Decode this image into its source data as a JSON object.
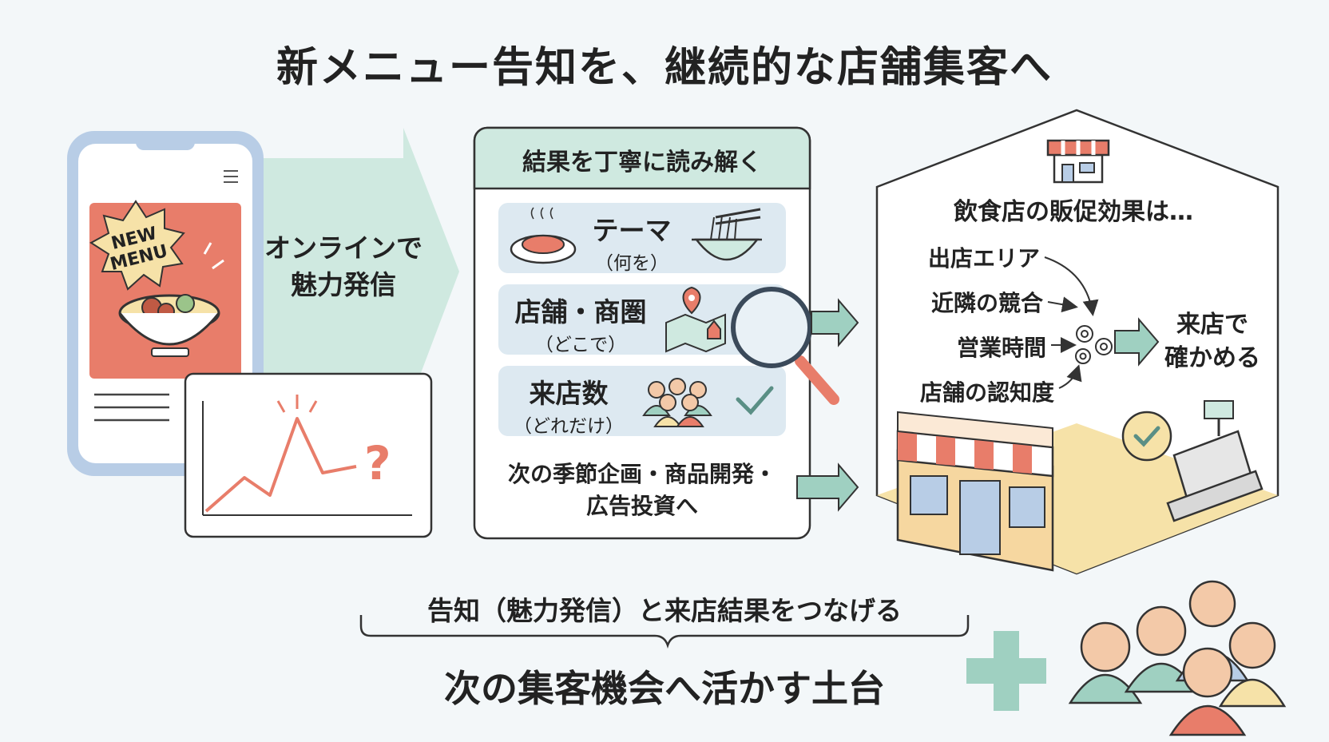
{
  "title": "新メニュー告知を、継続的な店舗集客へ",
  "phone": {
    "badge_line1": "NEW",
    "badge_line2": "MENU",
    "chart_mark": "?"
  },
  "arrow_caption": {
    "line1": "オンラインで",
    "line2": "魅力発信"
  },
  "analysis": {
    "header": "結果を丁寧に読み解く",
    "items": [
      {
        "label": "テーマ",
        "sub": "（何を）"
      },
      {
        "label": "店舗・商圏",
        "sub": "（どこで）"
      },
      {
        "label": "来店数",
        "sub": "（どれだけ）"
      }
    ],
    "next_line1": "次の季節企画・商品開発・",
    "next_line2": "広告投資へ"
  },
  "store": {
    "heading": "飲食店の販促効果は…",
    "factors": [
      "出店エリア",
      "近隣の競合",
      "営業時間",
      "店舗の認知度"
    ],
    "result_line1": "来店で",
    "result_line2": "確かめる"
  },
  "bottom": {
    "connect": "告知（魅力発信）と来店結果をつなげる",
    "foundation": "次の集客機会へ活かす土台"
  },
  "colors": {
    "mint": "#cfe9e0",
    "mint_dark": "#9fd0c1",
    "coral": "#e87d6a",
    "phone_frame": "#b8cde6",
    "yellow": "#f6e2a8"
  }
}
